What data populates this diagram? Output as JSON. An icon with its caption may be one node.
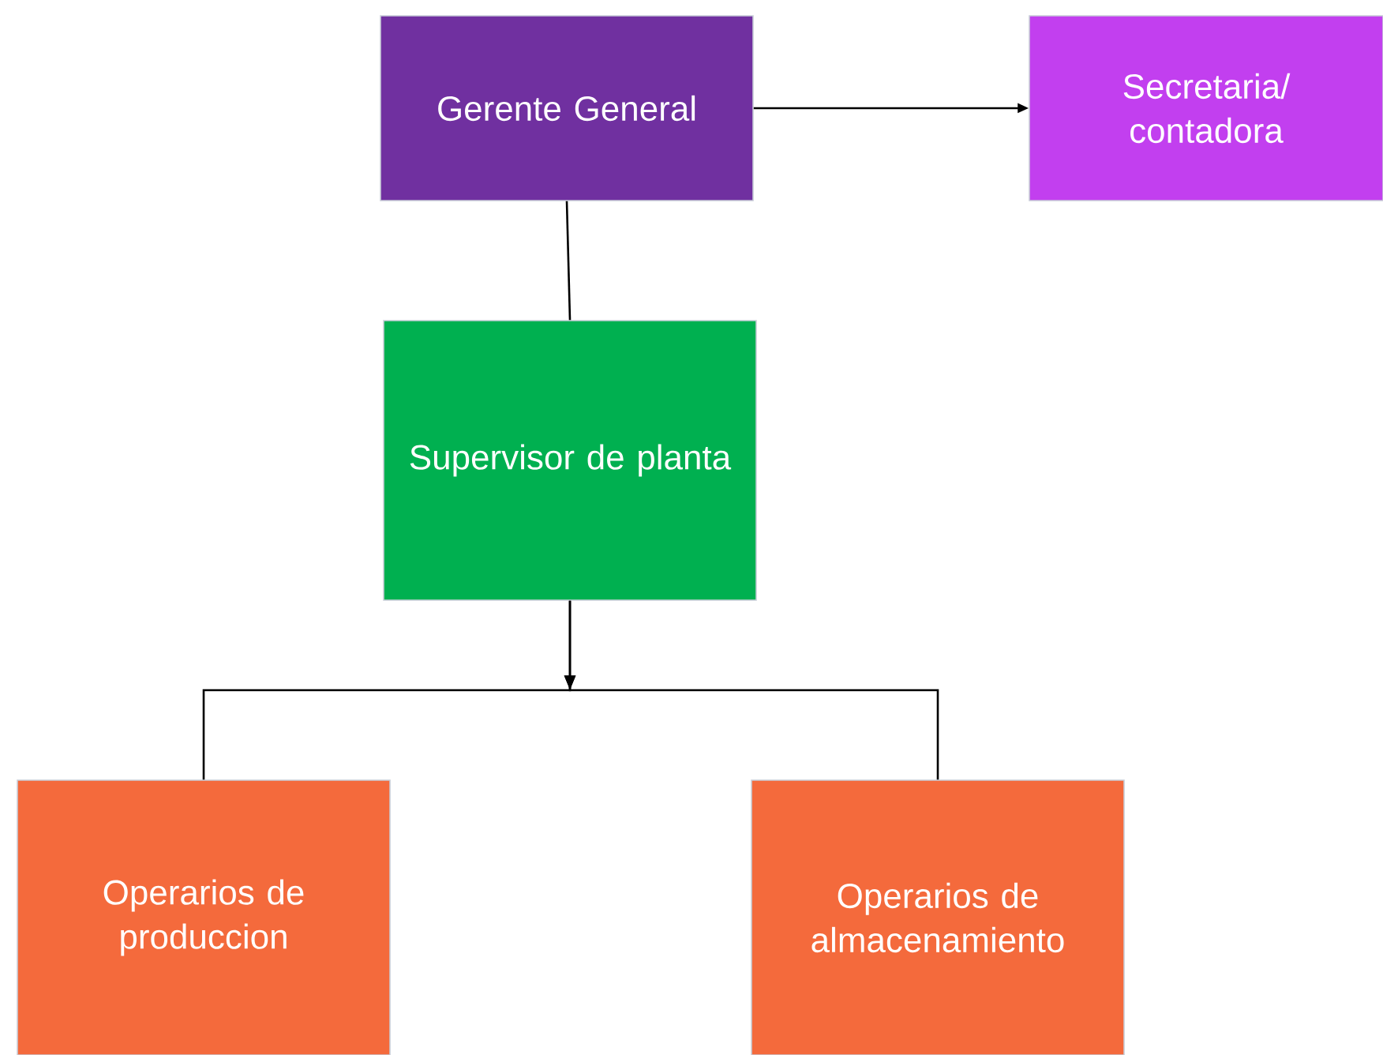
{
  "diagram": {
    "nodes": [
      {
        "text": [
          "Gerente General"
        ]
      },
      {
        "text": [
          "Secretaria/ contadora"
        ]
      },
      {
        "text": [
          "Supervisor de planta"
        ]
      },
      {
        "text": [
          "Operarios de produccion"
        ]
      },
      {
        "text": [
          "Operarios de almacenamiento"
        ]
      }
    ],
    "edges": [
      {
        "from": 0,
        "to": 1,
        "arrow": "to"
      },
      {
        "from": 0,
        "to": 2,
        "arrow": "none"
      },
      {
        "from": 2,
        "to": 3,
        "arrow": "to"
      },
      {
        "from": 2,
        "to": 4,
        "arrow": "to"
      }
    ]
  }
}
